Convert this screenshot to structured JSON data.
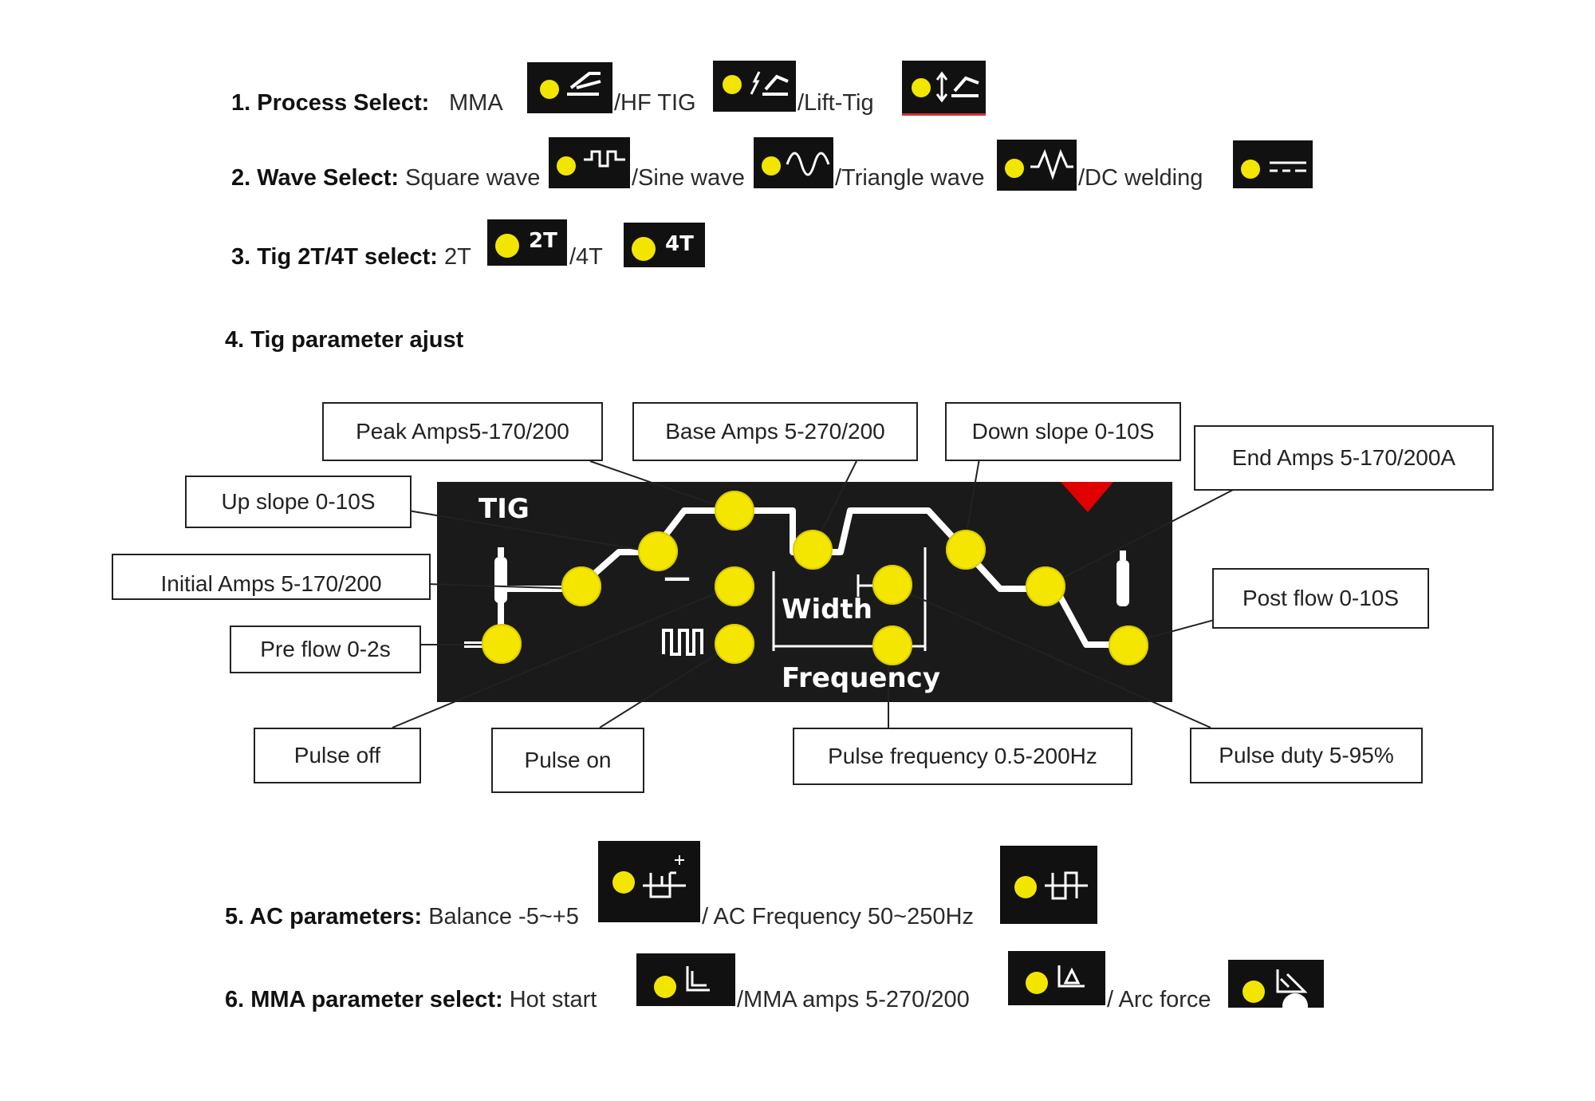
{
  "rows": {
    "r1": {
      "title": "1. Process Select:",
      "t1": "MMA",
      "t2": "/HF TIG",
      "t3": "/Lift-Tig"
    },
    "r2": {
      "title": "2. Wave Select:",
      "t1": "Square wave",
      "t2": "/Sine wave",
      "t3": "/Triangle wave",
      "t4": "/DC welding"
    },
    "r3": {
      "title": "3. Tig 2T/4T select:",
      "t1": "2T",
      "t2": "/4T"
    },
    "r4": {
      "title": "4. Tig parameter ajust"
    },
    "r5": {
      "title": "5. AC parameters:",
      "t1": "Balance -5~+5",
      "t2": "/ AC Frequency 50~250Hz"
    },
    "r6": {
      "title": "6. MMA parameter select:",
      "t1": "Hot start",
      "t2": "/MMA amps 5-270/200",
      "t3": "/ Arc force"
    }
  },
  "icons": {
    "btn_2t": "2T",
    "btn_4t": "4T"
  },
  "panel": {
    "tig": "TIG",
    "width": "Width",
    "frequency": "Frequency",
    "minus": "—"
  },
  "callouts": {
    "peak_amps": "Peak Amps5-170/200",
    "base_amps": "Base Amps 5-270/200",
    "down_slope": "Down slope 0-10S",
    "end_amps": "End Amps 5-170/200A",
    "up_slope": "Up slope 0-10S",
    "initial_amps": "Initial Amps 5-170/200",
    "pre_flow": "Pre flow 0-2s",
    "post_flow": "Post flow 0-10S",
    "pulse_off": "Pulse off",
    "pulse_on": "Pulse on",
    "pulse_frequency": "Pulse frequency 0.5-200Hz",
    "pulse_duty": "Pulse duty 5-95%"
  },
  "colors": {
    "led": "#f5e600",
    "panel": "#1a1a1a",
    "indicator": "#e00000"
  }
}
